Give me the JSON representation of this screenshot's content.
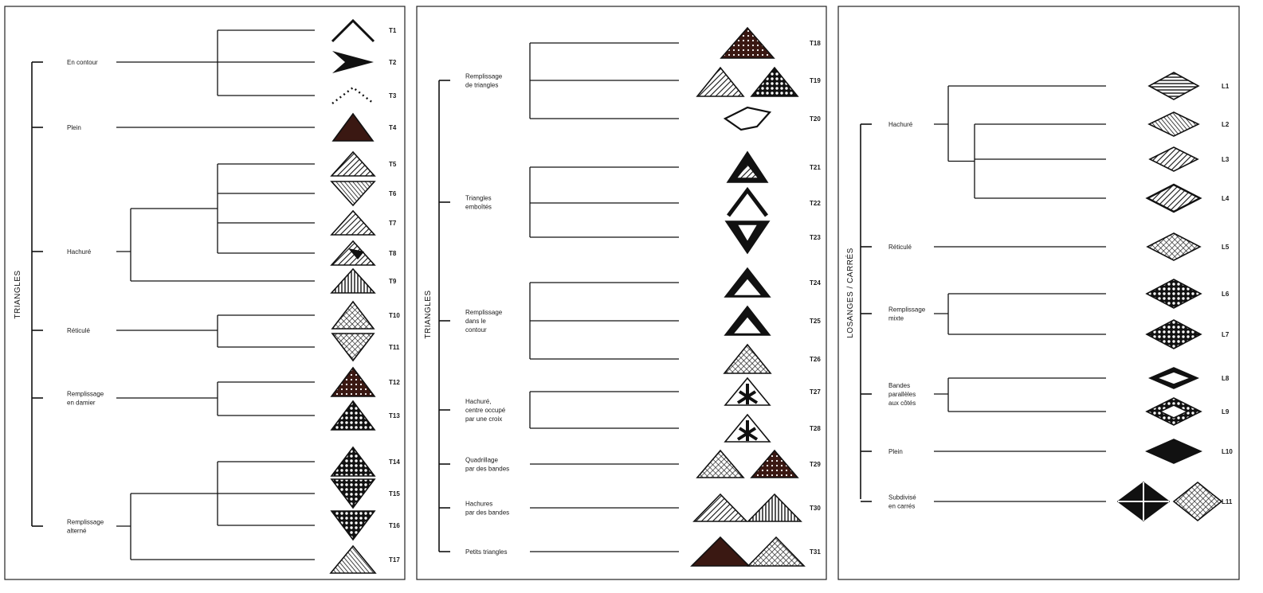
{
  "panels": [
    {
      "root_label": "TRIANGLES",
      "groups": [
        {
          "label": [
            "En contour"
          ],
          "items": [
            "T1",
            "T2",
            "T3"
          ]
        },
        {
          "label": [
            "Plein"
          ],
          "items": [
            "T4"
          ]
        },
        {
          "label": [
            "Hachuré"
          ],
          "items": [
            "T5",
            "T6",
            "T7",
            "T8",
            "T9"
          ]
        },
        {
          "label": [
            "Réticulé"
          ],
          "items": [
            "T10",
            "T11"
          ]
        },
        {
          "label": [
            "Remplissage",
            "en damier"
          ],
          "items": [
            "T12",
            "T13"
          ]
        },
        {
          "label": [
            "Remplissage",
            "alterné"
          ],
          "items": [
            "T14",
            "T15",
            "T16",
            "T17"
          ]
        }
      ]
    },
    {
      "root_label": "TRIANGLES",
      "groups": [
        {
          "label": [
            "Remplissage",
            "de triangles"
          ],
          "items": [
            "T18",
            "T19",
            "T20"
          ]
        },
        {
          "label": [
            "Triangles",
            "emboîtés"
          ],
          "items": [
            "T21",
            "T22",
            "T23"
          ]
        },
        {
          "label": [
            "Remplissage",
            "dans le",
            "contour"
          ],
          "items": [
            "T24",
            "T25",
            "T26"
          ]
        },
        {
          "label": [
            "Hachuré,",
            "centre occupé",
            "par une croix"
          ],
          "items": [
            "T27",
            "T28"
          ]
        },
        {
          "label": [
            "Quadrillage",
            "par des bandes"
          ],
          "items": [
            "T29"
          ]
        },
        {
          "label": [
            "Hachures",
            "par des bandes"
          ],
          "items": [
            "T30"
          ]
        },
        {
          "label": [
            "Petits triangles"
          ],
          "items": [
            "T31"
          ]
        }
      ]
    },
    {
      "root_label": "LOSANGES / CARRÉS",
      "groups": [
        {
          "label": [
            "Hachuré"
          ],
          "items": [
            "L1",
            "L2",
            "L3",
            "L4"
          ]
        },
        {
          "label": [
            "Réticulé"
          ],
          "items": [
            "L5"
          ]
        },
        {
          "label": [
            "Remplissage",
            "mixte"
          ],
          "items": [
            "L6",
            "L7"
          ]
        },
        {
          "label": [
            "Bandes",
            "parallèles",
            "aux côtés"
          ],
          "items": [
            "L8",
            "L9"
          ]
        },
        {
          "label": [
            "Plein"
          ],
          "items": [
            "L10"
          ]
        },
        {
          "label": [
            "Subdivisé",
            "en carrés"
          ],
          "items": [
            "L11"
          ]
        }
      ]
    }
  ],
  "colors": {
    "ink": "#111111",
    "dark_fill": "#3a1812",
    "paper": "#ffffff"
  }
}
